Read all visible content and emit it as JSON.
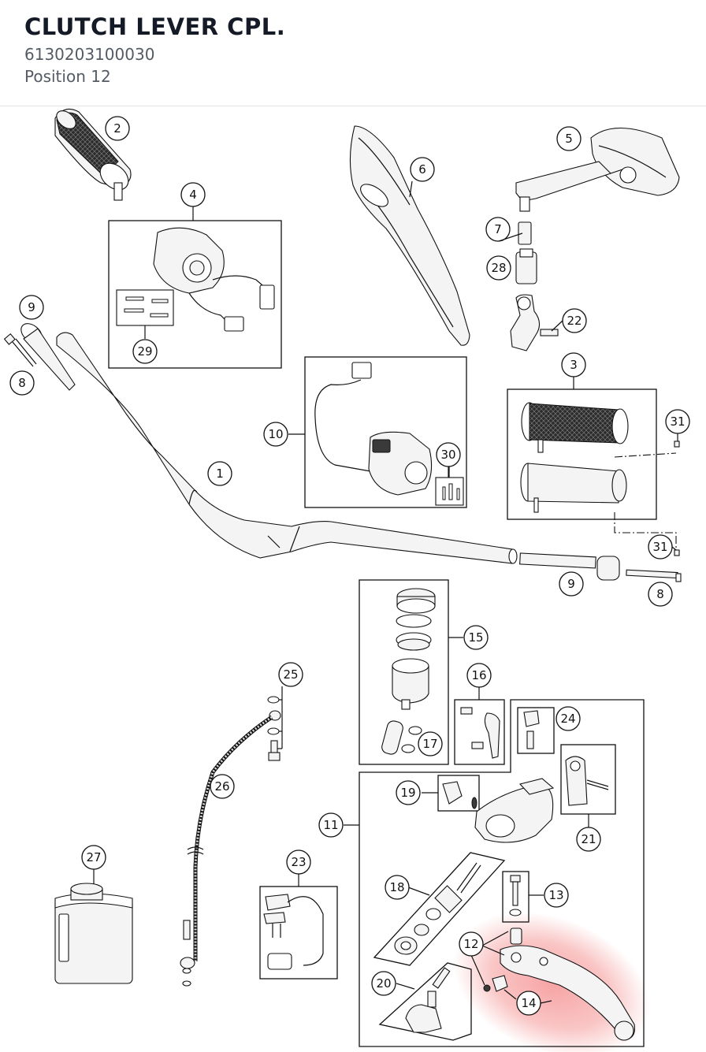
{
  "header": {
    "title": "CLUTCH LEVER CPL.",
    "part_number": "6130203100030",
    "position": "Position 12"
  },
  "callouts": [
    "1",
    "2",
    "3",
    "4",
    "5",
    "6",
    "7",
    "8",
    "9",
    "10",
    "11",
    "12",
    "13",
    "14",
    "15",
    "16",
    "17",
    "18",
    "19",
    "20",
    "21",
    "22",
    "23",
    "24",
    "25",
    "26",
    "27",
    "28",
    "29",
    "30",
    "31"
  ],
  "highlight": {
    "label": "12",
    "color": "#f05a5a"
  }
}
